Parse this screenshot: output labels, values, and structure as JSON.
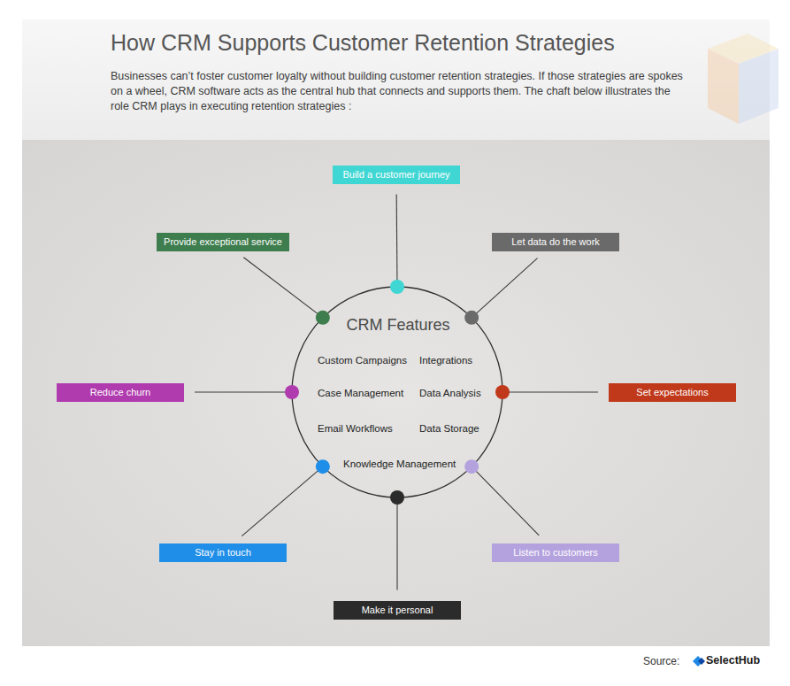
{
  "diagram": {
    "title": "How CRM Supports Customer Retention Strategies",
    "caption": "Businesses can’t foster customer loyalty without building customer retention strategies. If those strategies are spokes on a wheel, CRM software acts as the central hub that connects and supports them. The chaft below illustrates the role CRM plays in executing retention strategies :",
    "nodes": [
      {
        "text": [
          "Build a customer journey"
        ]
      },
      {
        "text": [
          "Provide exceptional service"
        ]
      },
      {
        "text": [
          "Let data do the work"
        ]
      },
      {
        "text": [
          "CRM Features",
          "Custom Campaigns",
          "Integrations",
          "Case Management",
          "Data Analysis",
          "Email Workflows",
          "Data Storage",
          "Knowledge Management"
        ]
      },
      {
        "text": [
          "Reduce churn"
        ]
      },
      {
        "text": [
          "Set expectations"
        ]
      },
      {
        "text": [
          "Stay in touch"
        ]
      },
      {
        "text": [
          "Listen to customers"
        ]
      },
      {
        "text": [
          "Make it personal"
        ]
      }
    ],
    "edges": [
      {
        "from": 0,
        "to": 3,
        "arrow": "none"
      },
      {
        "from": 1,
        "to": 3,
        "arrow": "none"
      },
      {
        "from": 2,
        "to": 3,
        "arrow": "none"
      },
      {
        "from": 4,
        "to": 3,
        "arrow": "none"
      },
      {
        "from": 5,
        "to": 3,
        "arrow": "none"
      },
      {
        "from": 6,
        "to": 3,
        "arrow": "none"
      },
      {
        "from": 7,
        "to": 3,
        "arrow": "none"
      },
      {
        "from": 8,
        "to": 3,
        "arrow": "none"
      }
    ],
    "labels": [
      "Source:",
      "SelectHub"
    ]
  }
}
